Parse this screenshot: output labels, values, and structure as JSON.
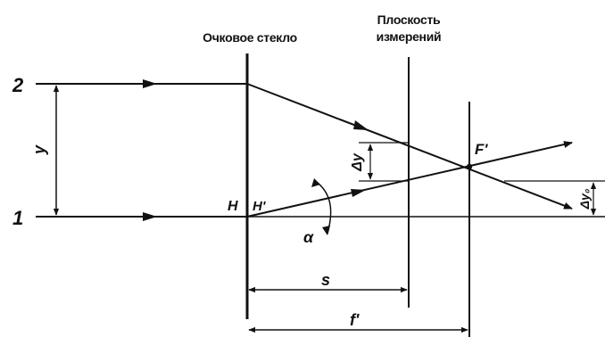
{
  "labels": {
    "lens_title": "Очковое стекло",
    "plane_title_line1": "Плоскость",
    "plane_title_line2": "измерений",
    "ray2": "2",
    "ray1": "1",
    "y": "y",
    "delta_y": "Δy",
    "delta_y0": "Δy₀",
    "H": "H",
    "H_prime": "H'",
    "F_prime": "F'",
    "alpha": "α",
    "s": "s",
    "f_prime": "f'"
  }
}
